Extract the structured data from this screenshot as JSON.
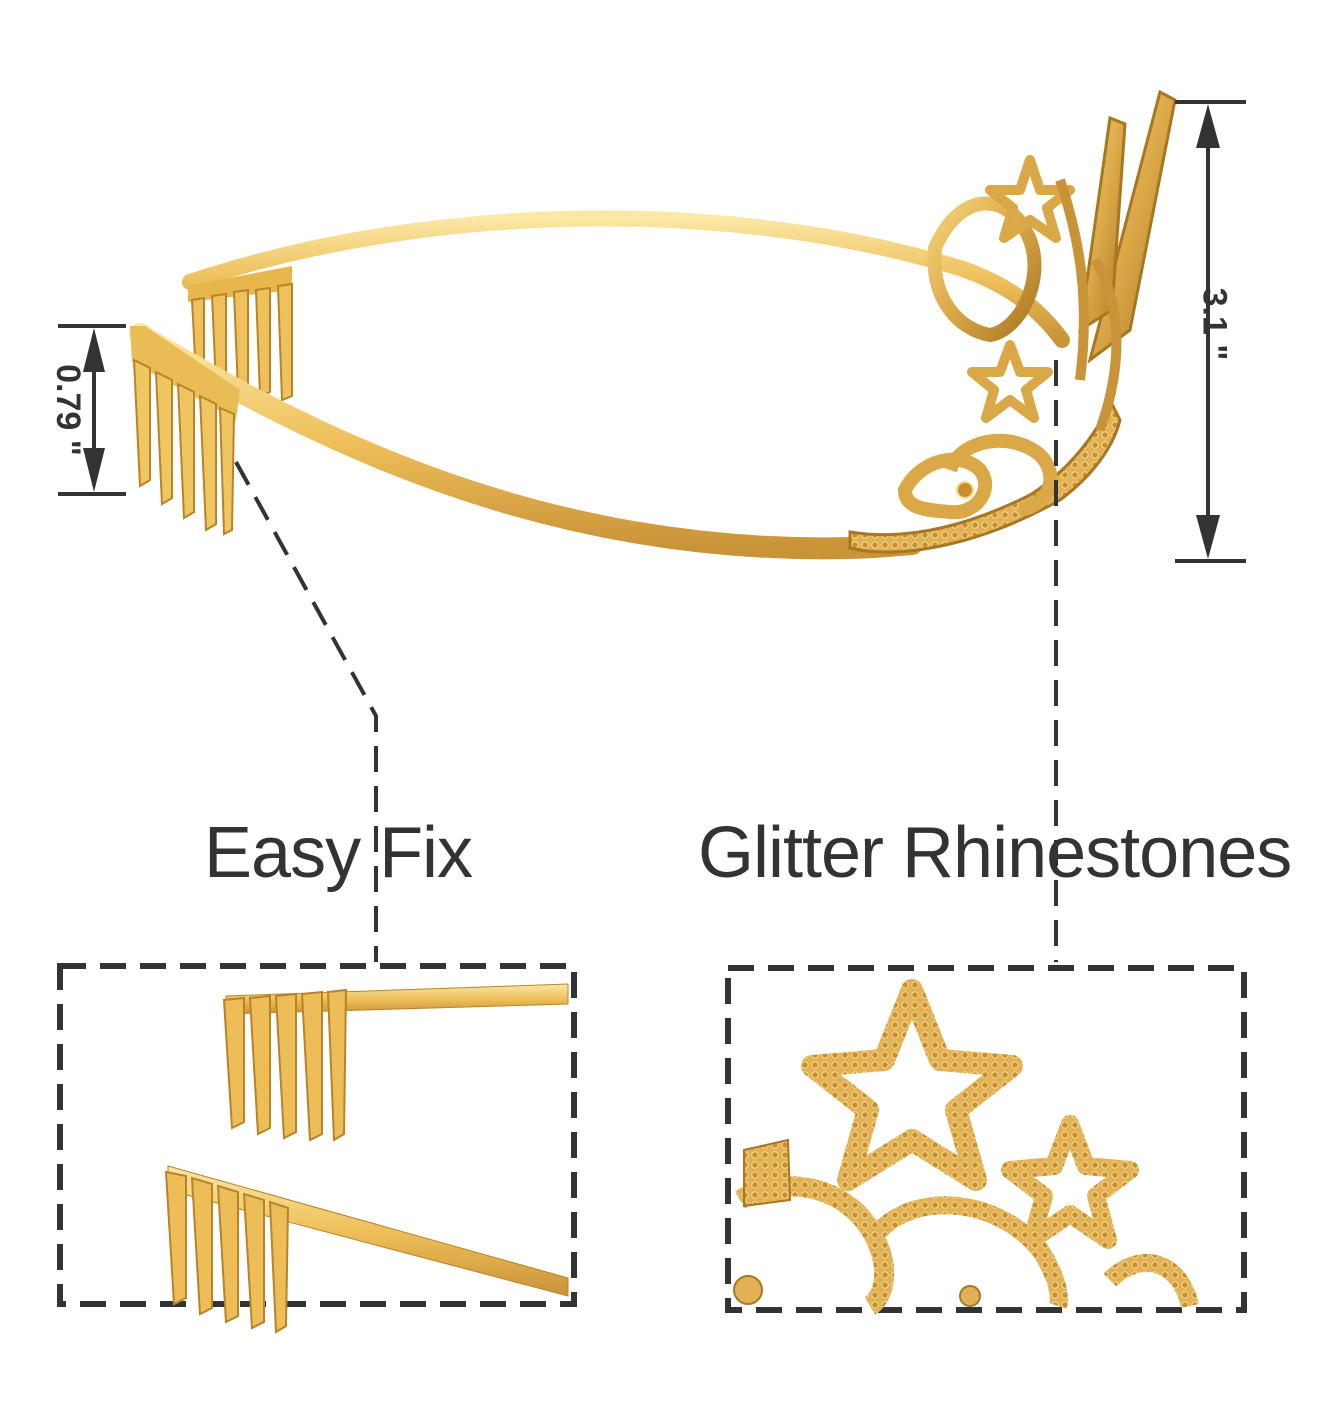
{
  "labels": {
    "easy_fix": "Easy Fix",
    "glitter_rhinestones": "Glitter Rhinestones"
  },
  "dimensions": {
    "height_label": "3.1 \"",
    "comb_label": "0.79 \""
  },
  "colors": {
    "gold_light": "#f6d98a",
    "gold_mid": "#e5b54a",
    "gold_dark": "#b8842a",
    "line": "#333333",
    "background": "#ffffff"
  },
  "icons": {
    "tiara": "tiara-icon",
    "comb": "comb-icon",
    "star": "star-icon"
  }
}
